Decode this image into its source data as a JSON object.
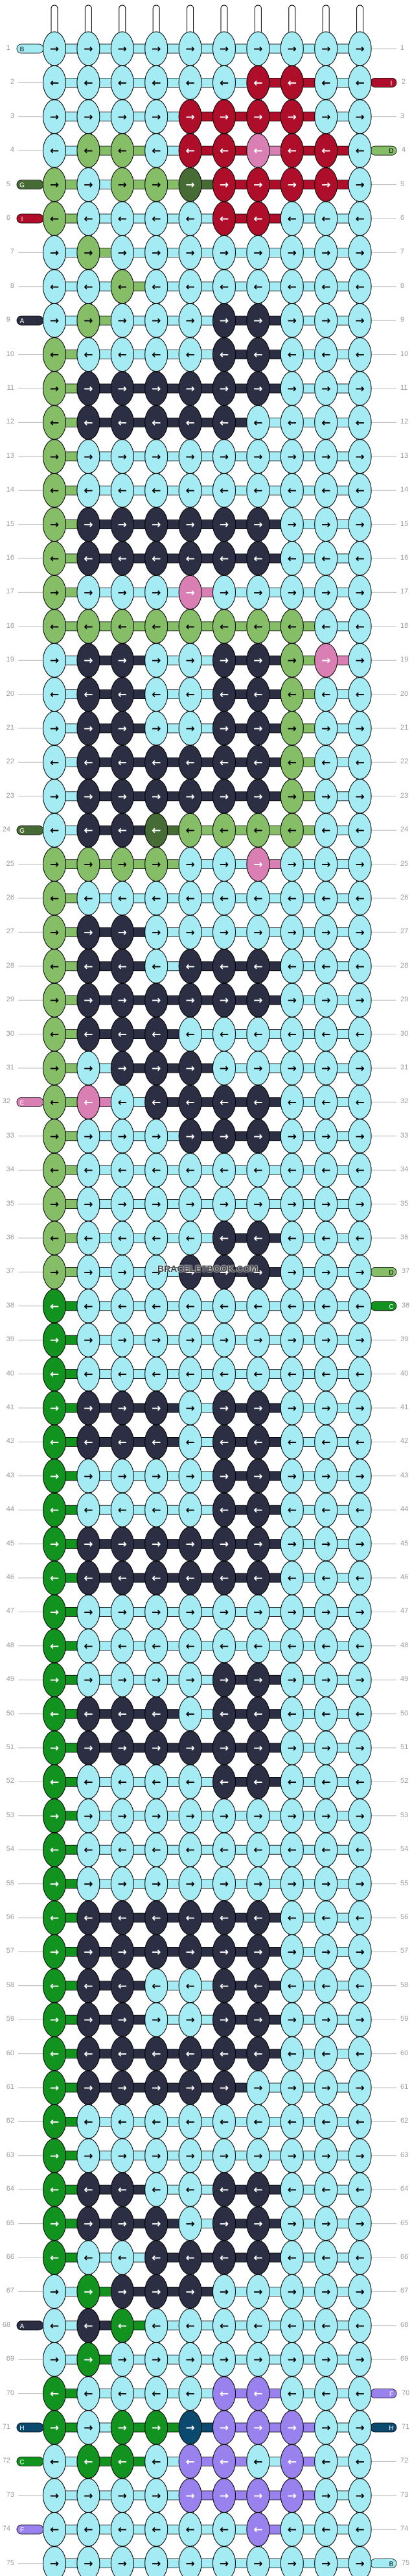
{
  "pattern": {
    "watermark": "BRACELETBOOK.COM",
    "columns": 10,
    "rows_count": 75,
    "colors": {
      "A": "#2c2e43",
      "B": "#a4ebf4",
      "C": "#12921e",
      "D": "#86be68",
      "E": "#d97fb4",
      "F": "#9a82ee",
      "G": "#466b34",
      "H": "#0b4a6e",
      "I": "#ae0e2a"
    },
    "rows": [
      "BBBBBBBBBB",
      "BBBBBBIIBB",
      "BBBBIIIIBB",
      "BDDBIIEIIB",
      "DBDDGIIIIB",
      "DBBBBIIBBB",
      "BDBBBBBBBB",
      "BBDBBBBBBB",
      "BDBBBAABBB",
      "DBBBBAABBB",
      "DAAAAAABBB",
      "DAAAAABBBB",
      "DBBBBBBBBB",
      "DBBBBBBBBB",
      "DAAAAAABBB",
      "DAAAAAABBB",
      "DBBBEBBBBB",
      "DDDDDDDDBB",
      "BAABBAADEB",
      "BAABBAADBB",
      "BAABBAADBB",
      "BAAAAAADBB",
      "BAAAAAADBB",
      "BAAGDDDDBB",
      "DDDDBBEBBB",
      "DBBBBBBBBB",
      "DAABBBBBBB",
      "DAABAAABBB",
      "DAAAAAABBB",
      "DAAABBBBBB",
      "DBAAABBBBB",
      "DEBAAAABBB",
      "DBBBAAABBB",
      "DBBBBBBBBB",
      "DBBBBBBBBB",
      "DBBBBAABBB",
      "DBBBAAABBB",
      "CBBBBBBBBB",
      "CBBBBBBBBB",
      "CBBBBBBBBB",
      "CAAABAABBB",
      "CAAABAABBB",
      "CBBBBAABBB",
      "CBBBBAABBB",
      "CAAAAAABBB",
      "CAAAAAABBB",
      "CBBBBBBBBB",
      "CBBBBBBBBB",
      "CBBBBAABBB",
      "CAAABAABBB",
      "CAAAAAABBB",
      "CBBBBAABBB",
      "CBBBBBBBBB",
      "CBBBBBBBBB",
      "CBBBBBBBBB",
      "CAAAAAABBB",
      "CAAAAAABBB",
      "CAABBAABBB",
      "CAABBAABBB",
      "CAAAAAABBB",
      "CAAAAABBBB",
      "CBBBBBBBBB",
      "CBBBBBBBBB",
      "CAABBAABBB",
      "CAAABAABBB",
      "CBBAAAABBB",
      "BCAAABBBBB",
      "BACBBBBBBB",
      "BCBBBBBBBB",
      "CBBBBFFBBB",
      "CBCCHFFFBB",
      "BCCBFFBFBB",
      "BBBBFFFFBB",
      "BBBBBBFBBB",
      "BBBBBBBBBB"
    ],
    "side_threads": [
      {
        "row": 1,
        "side": "left",
        "letter": "B"
      },
      {
        "row": 2,
        "side": "right",
        "letter": "I"
      },
      {
        "row": 4,
        "side": "right",
        "letter": "D"
      },
      {
        "row": 5,
        "side": "left",
        "letter": "G"
      },
      {
        "row": 6,
        "side": "left",
        "letter": "I"
      },
      {
        "row": 9,
        "side": "left",
        "letter": "A"
      },
      {
        "row": 24,
        "side": "left",
        "letter": "G"
      },
      {
        "row": 32,
        "side": "left",
        "letter": "E"
      },
      {
        "row": 37,
        "side": "right",
        "letter": "D"
      },
      {
        "row": 38,
        "side": "right",
        "letter": "C"
      },
      {
        "row": 68,
        "side": "left",
        "letter": "A"
      },
      {
        "row": 70,
        "side": "right",
        "letter": "F"
      },
      {
        "row": 71,
        "side": "left",
        "letter": "H"
      },
      {
        "row": 71,
        "side": "right",
        "letter": "H"
      },
      {
        "row": 72,
        "side": "left",
        "letter": "C"
      },
      {
        "row": 74,
        "side": "left",
        "letter": "F"
      },
      {
        "row": 75,
        "side": "right",
        "letter": "B"
      }
    ],
    "arrow_right": "→",
    "arrow_left": "←"
  }
}
